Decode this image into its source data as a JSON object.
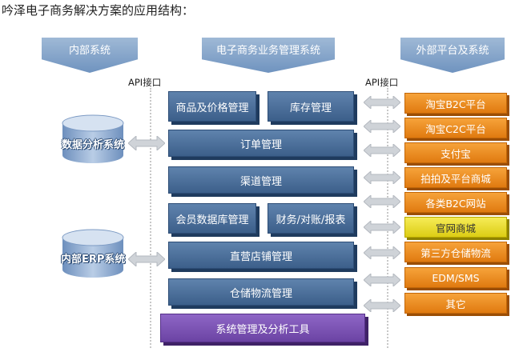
{
  "title": "吟泽电子商务解决方案的应用结构：",
  "headers": {
    "internal": "内部系统",
    "core": "电子商务业务管理系统",
    "external": "外部平台及系统"
  },
  "api_left": "API接口",
  "api_right": "API接口",
  "databases": {
    "analysis": "数据分析系统",
    "erp": "内部ERP系统"
  },
  "modules": {
    "product_price": "商品及价格管理",
    "inventory": "库存管理",
    "orders": "订单管理",
    "channels": "渠道管理",
    "member_db": "会员数据库管理",
    "finance": "财务/对账/报表",
    "direct_store": "直营店铺管理",
    "warehouse": "仓储物流管理",
    "system": "系统管理及分析工具"
  },
  "platforms": [
    "淘宝B2C平台",
    "淘宝C2C平台",
    "支付宝",
    "拍拍及平台商城",
    "各类B2C网站",
    "官网商城",
    "第三方仓储物流",
    "EDM/SMS",
    "其它"
  ],
  "colors": {
    "module_blue": "#4a6f99",
    "platform_orange": "#ef8a1f",
    "highlight_yellow": "#eee13a",
    "system_purple": "#7a52b3",
    "header_blue": "#86a6ca"
  }
}
